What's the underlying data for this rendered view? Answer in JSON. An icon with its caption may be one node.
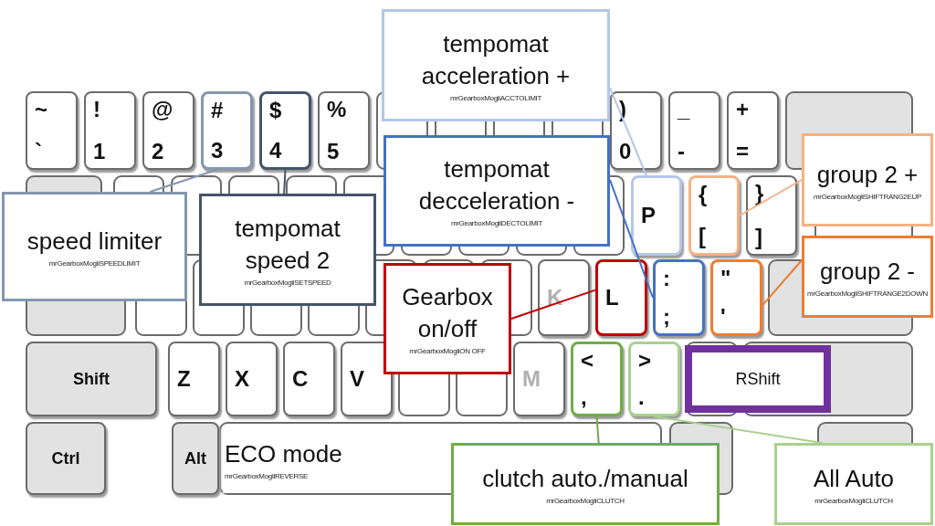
{
  "diagram": {
    "nodes": [
      {
        "text": [
          "~",
          "`"
        ]
      },
      {
        "text": [
          "!",
          "1"
        ]
      },
      {
        "text": [
          "@",
          "2"
        ]
      },
      {
        "text": [
          "#",
          "3"
        ]
      },
      {
        "text": [
          "$",
          "4"
        ]
      },
      {
        "text": [
          "%",
          "5"
        ]
      },
      {
        "text": [
          ")",
          "0"
        ]
      },
      {
        "text": [
          "_",
          "-"
        ]
      },
      {
        "text": [
          "+",
          "="
        ]
      },
      {
        "text": [
          "P"
        ]
      },
      {
        "text": [
          "{",
          "["
        ]
      },
      {
        "text": [
          "}",
          "]"
        ]
      },
      {
        "text": [
          "K"
        ]
      },
      {
        "text": [
          "L"
        ]
      },
      {
        "text": [
          ":",
          ";"
        ]
      },
      {
        "text": [
          "\"",
          "'"
        ]
      },
      {
        "text": [
          "Shift"
        ]
      },
      {
        "text": [
          "Z"
        ]
      },
      {
        "text": [
          "X"
        ]
      },
      {
        "text": [
          "C"
        ]
      },
      {
        "text": [
          "V"
        ]
      },
      {
        "text": [
          "M"
        ]
      },
      {
        "text": [
          "<",
          ","
        ]
      },
      {
        "text": [
          ">",
          "."
        ]
      },
      {
        "text": [
          "Ctrl"
        ]
      },
      {
        "text": [
          "Alt"
        ]
      },
      {
        "text": [
          "tempomat acceleration +",
          "mrGearboxMogliACCTOLIMIT"
        ]
      },
      {
        "text": [
          "group 2 +",
          "mrGearboxMogliSHIFTRANG2EUP"
        ]
      },
      {
        "text": [
          "tempomat decceleration -",
          "mrGearboxMogliDECTOLIMIT"
        ]
      },
      {
        "text": [
          "speed limiter",
          "mrGearboxMogliSPEEDLIMIT"
        ]
      },
      {
        "text": [
          "tempomat speed 2",
          "mrGearboxMogliSETSPEED"
        ]
      },
      {
        "text": [
          "group 2 -",
          "mrGearboxMogliSHIFTRANGE2DOWN"
        ]
      },
      {
        "text": [
          "Gearbox on/off",
          "mrGearboxMogliON OFF"
        ]
      },
      {
        "text": [
          "RShift"
        ]
      },
      {
        "text": [
          "ECO mode",
          "mrGearboxMogliREVERSE"
        ]
      },
      {
        "text": [
          "clutch auto./manual",
          "mrGearboxMogliCLUTCH"
        ]
      },
      {
        "text": [
          "All Auto",
          "mrGearboxMogliCLUTCH"
        ]
      }
    ],
    "edges": [
      {
        "from": 29,
        "to": 3,
        "arrow": "none",
        "color": "#8497b0"
      },
      {
        "from": 30,
        "to": 4,
        "arrow": "none",
        "color": "#44546a"
      },
      {
        "from": 26,
        "to": 9,
        "arrow": "none",
        "color": "#b4c7e7"
      },
      {
        "from": 28,
        "to": 14,
        "arrow": "none",
        "color": "#4472c4"
      },
      {
        "from": 27,
        "to": 10,
        "arrow": "none",
        "color": "#f4b183"
      },
      {
        "from": 31,
        "to": 15,
        "arrow": "none",
        "color": "#ed7d31"
      },
      {
        "from": 32,
        "to": 13,
        "arrow": "none",
        "color": "#c00000"
      },
      {
        "from": 35,
        "to": 22,
        "arrow": "none",
        "color": "#70ad47"
      },
      {
        "from": 36,
        "to": 23,
        "arrow": "none",
        "color": "#a9d18e"
      }
    ]
  }
}
